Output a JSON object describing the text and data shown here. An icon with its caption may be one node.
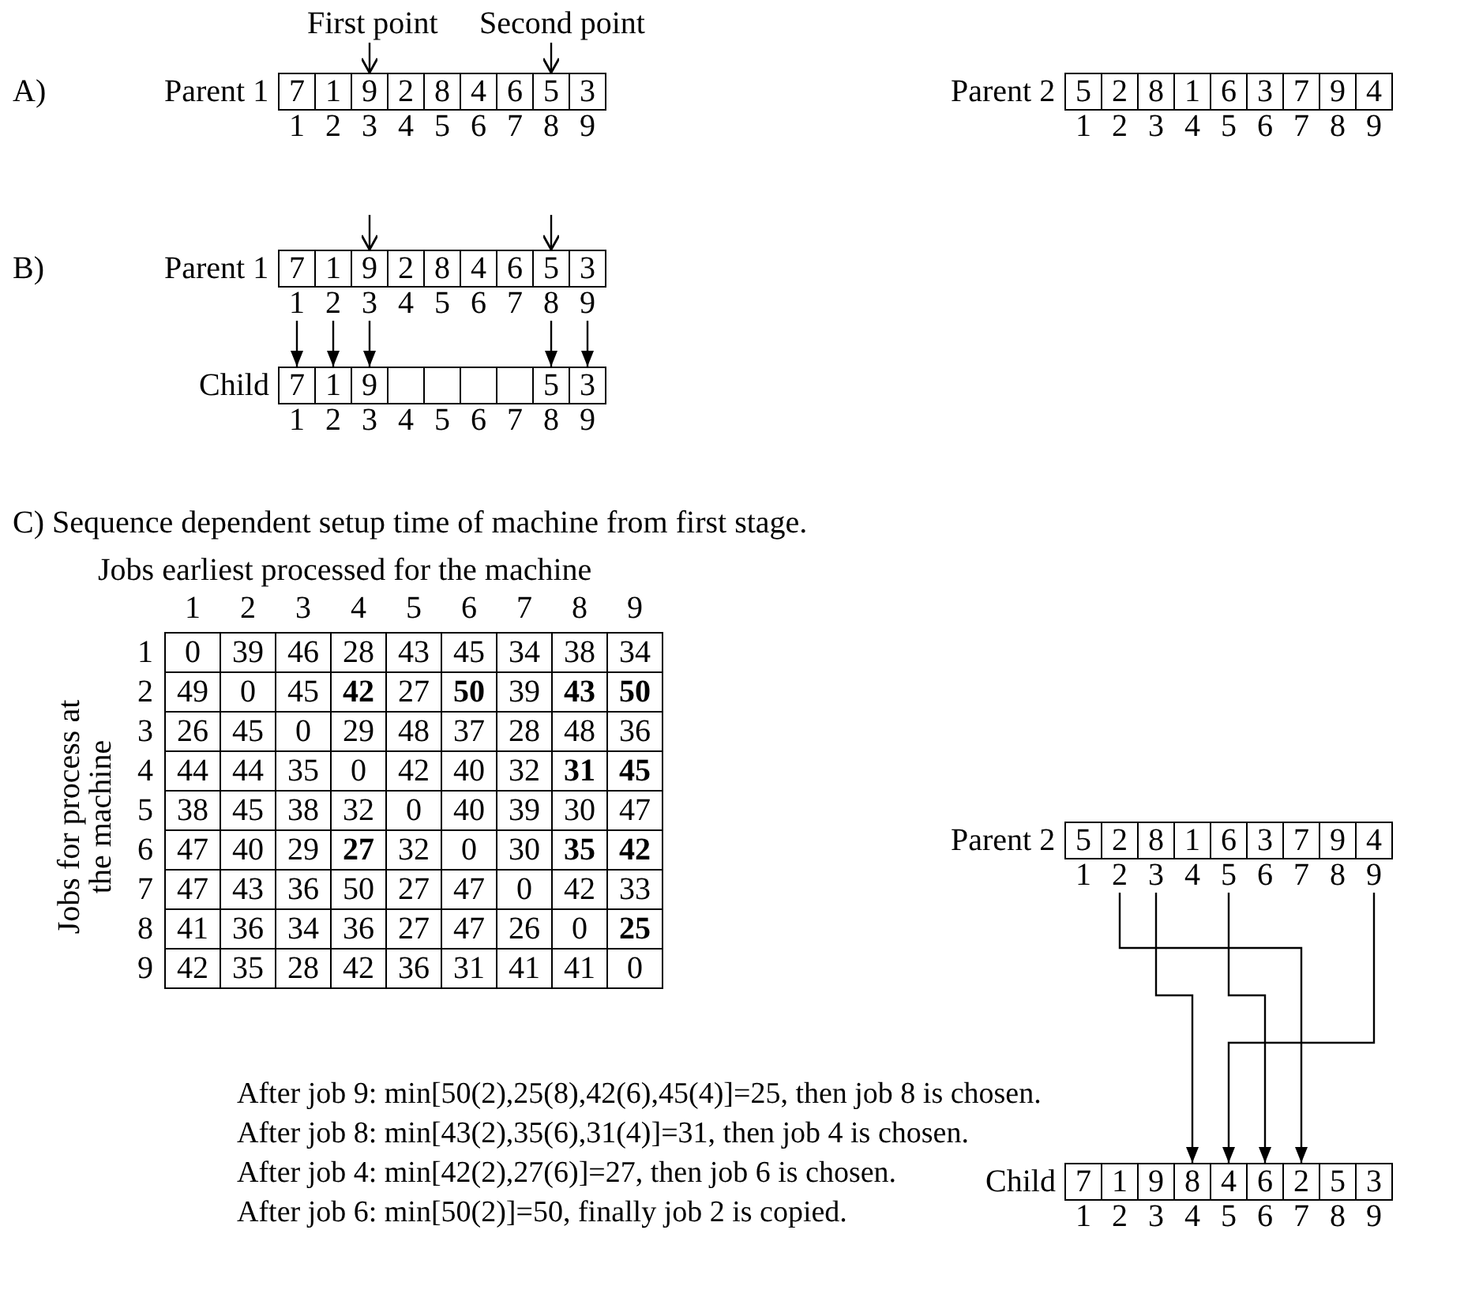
{
  "diagram": {
    "nodes": [
      {
        "text": [
          "First point"
        ]
      },
      {
        "text": [
          "Second point"
        ]
      },
      {
        "text": [
          "7"
        ],
        "beside": [
          "1"
        ]
      },
      {
        "text": [
          "1"
        ],
        "beside": [
          "2"
        ]
      },
      {
        "text": [
          "9"
        ],
        "beside": [
          "3"
        ]
      },
      {
        "text": [
          "2"
        ],
        "beside": [
          "4"
        ]
      },
      {
        "text": [
          "8"
        ],
        "beside": [
          "5"
        ]
      },
      {
        "text": [
          "4"
        ],
        "beside": [
          "6"
        ]
      },
      {
        "text": [
          "6"
        ],
        "beside": [
          "7"
        ]
      },
      {
        "text": [
          "5"
        ],
        "beside": [
          "8"
        ]
      },
      {
        "text": [
          "3"
        ],
        "beside": [
          "9"
        ]
      },
      {
        "text": [
          "5"
        ],
        "beside": [
          "1"
        ]
      },
      {
        "text": [
          "2"
        ],
        "beside": [
          "2"
        ]
      },
      {
        "text": [
          "8"
        ],
        "beside": [
          "3"
        ]
      },
      {
        "text": [
          "1"
        ],
        "beside": [
          "4"
        ]
      },
      {
        "text": [
          "6"
        ],
        "beside": [
          "5"
        ]
      },
      {
        "text": [
          "3"
        ],
        "beside": [
          "6"
        ]
      },
      {
        "text": [
          "7"
        ],
        "beside": [
          "7"
        ]
      },
      {
        "text": [
          "9"
        ],
        "beside": [
          "8"
        ]
      },
      {
        "text": [
          "4"
        ],
        "beside": [
          "9"
        ]
      },
      {
        "text": [
          "7"
        ],
        "beside": [
          "1"
        ]
      },
      {
        "text": [
          "1"
        ],
        "beside": [
          "2"
        ]
      },
      {
        "text": [
          "9"
        ],
        "beside": [
          "3"
        ]
      },
      {
        "text": [
          "2"
        ],
        "beside": [
          "4"
        ]
      },
      {
        "text": [
          "8"
        ],
        "beside": [
          "5"
        ]
      },
      {
        "text": [
          "4"
        ],
        "beside": [
          "6"
        ]
      },
      {
        "text": [
          "6"
        ],
        "beside": [
          "7"
        ]
      },
      {
        "text": [
          "5"
        ],
        "beside": [
          "8"
        ]
      },
      {
        "text": [
          "3"
        ],
        "beside": [
          "9"
        ]
      },
      {
        "text": [
          "7"
        ],
        "beside": [
          "1"
        ]
      },
      {
        "text": [
          "1"
        ],
        "beside": [
          "2"
        ]
      },
      {
        "text": [
          "9"
        ],
        "beside": [
          "3"
        ]
      },
      {
        "text": [],
        "shape": "box",
        "beside": [
          "4"
        ]
      },
      {
        "text": [],
        "shape": "box",
        "beside": [
          "5"
        ]
      },
      {
        "text": [],
        "shape": "box",
        "beside": [
          "6"
        ]
      },
      {
        "text": [],
        "shape": "box",
        "beside": [
          "7"
        ]
      },
      {
        "text": [
          "5"
        ],
        "beside": [
          "8"
        ]
      },
      {
        "text": [
          "3"
        ],
        "beside": [
          "9"
        ]
      },
      {
        "text": [
          "5"
        ],
        "beside": [
          "1"
        ]
      },
      {
        "text": [
          "2"
        ],
        "beside": [
          "2"
        ]
      },
      {
        "text": [
          "8"
        ],
        "beside": [
          "3"
        ]
      },
      {
        "text": [
          "1"
        ],
        "beside": [
          "4"
        ]
      },
      {
        "text": [
          "6"
        ],
        "beside": [
          "5"
        ]
      },
      {
        "text": [
          "3"
        ],
        "beside": [
          "6"
        ]
      },
      {
        "text": [
          "7"
        ],
        "beside": [
          "7"
        ]
      },
      {
        "text": [
          "9"
        ],
        "beside": [
          "8"
        ]
      },
      {
        "text": [
          "4"
        ],
        "beside": [
          "9"
        ]
      },
      {
        "text": [
          "7"
        ],
        "beside": [
          "1"
        ]
      },
      {
        "text": [
          "1"
        ],
        "beside": [
          "2"
        ]
      },
      {
        "text": [
          "9"
        ],
        "beside": [
          "3"
        ]
      },
      {
        "text": [
          "8"
        ],
        "beside": [
          "4"
        ]
      },
      {
        "text": [
          "4"
        ],
        "beside": [
          "5"
        ]
      },
      {
        "text": [
          "6"
        ],
        "beside": [
          "6"
        ]
      },
      {
        "text": [
          "2"
        ],
        "beside": [
          "7"
        ]
      },
      {
        "text": [
          "5"
        ],
        "beside": [
          "8"
        ]
      },
      {
        "text": [
          "3"
        ],
        "beside": [
          "9"
        ]
      }
    ],
    "edges": [
      {
        "from": 0,
        "to": 4,
        "arrow": "to"
      },
      {
        "from": 1,
        "to": 9,
        "arrow": "to"
      },
      {
        "from": null,
        "to": 22,
        "arrow": "to"
      },
      {
        "from": null,
        "to": 27,
        "arrow": "to"
      },
      {
        "from": 20,
        "to": 29,
        "arrow": "to"
      },
      {
        "from": 21,
        "to": 30,
        "arrow": "to"
      },
      {
        "from": 22,
        "to": 31,
        "arrow": "to"
      },
      {
        "from": 27,
        "to": 36,
        "arrow": "to"
      },
      {
        "from": 28,
        "to": 37,
        "arrow": "to"
      },
      {
        "from": 39,
        "to": 53,
        "arrow": "to"
      },
      {
        "from": 40,
        "to": 50,
        "arrow": "to"
      },
      {
        "from": 42,
        "to": 52,
        "arrow": "to"
      },
      {
        "from": 46,
        "to": 51,
        "arrow": "to"
      }
    ],
    "labels": [
      "A)",
      "Parent 1",
      "Parent 2",
      "B)",
      "Parent 1",
      "Child",
      "C) Sequence dependent setup time of machine from first stage.",
      "Jobs earliest processed for the machine",
      "1",
      "2",
      "3",
      "4",
      "5",
      "6",
      "7",
      "8",
      "9",
      "Jobs for process at the machine",
      "1",
      "0",
      "39",
      "46",
      "28",
      "43",
      "45",
      "34",
      "38",
      "34",
      "2",
      "49",
      "0",
      "45",
      "42",
      "27",
      "50",
      "39",
      "43",
      "50",
      "3",
      "26",
      "45",
      "0",
      "29",
      "48",
      "37",
      "28",
      "48",
      "36",
      "4",
      "44",
      "44",
      "35",
      "0",
      "42",
      "40",
      "32",
      "31",
      "45",
      "5",
      "38",
      "45",
      "38",
      "32",
      "0",
      "40",
      "39",
      "30",
      "47",
      "6",
      "47",
      "40",
      "29",
      "27",
      "32",
      "0",
      "30",
      "35",
      "42",
      "7",
      "47",
      "43",
      "36",
      "50",
      "27",
      "47",
      "0",
      "42",
      "33",
      "8",
      "41",
      "36",
      "34",
      "36",
      "27",
      "47",
      "26",
      "0",
      "25",
      "9",
      "42",
      "35",
      "28",
      "42",
      "36",
      "31",
      "41",
      "41",
      "0",
      "Parent 2",
      "Child",
      "After job 9: min[50(2),25(8),42(6),45(4)]=25, then job 8 is chosen.",
      "After job 8: min[43(2),35(6),31(4)]=31, then job 4 is chosen.",
      "After job 4: min[42(2),27(6)]=27, then job 6 is chosen.",
      "After job 6: min[50(2)]=50, finally job 2 is copied."
    ]
  }
}
